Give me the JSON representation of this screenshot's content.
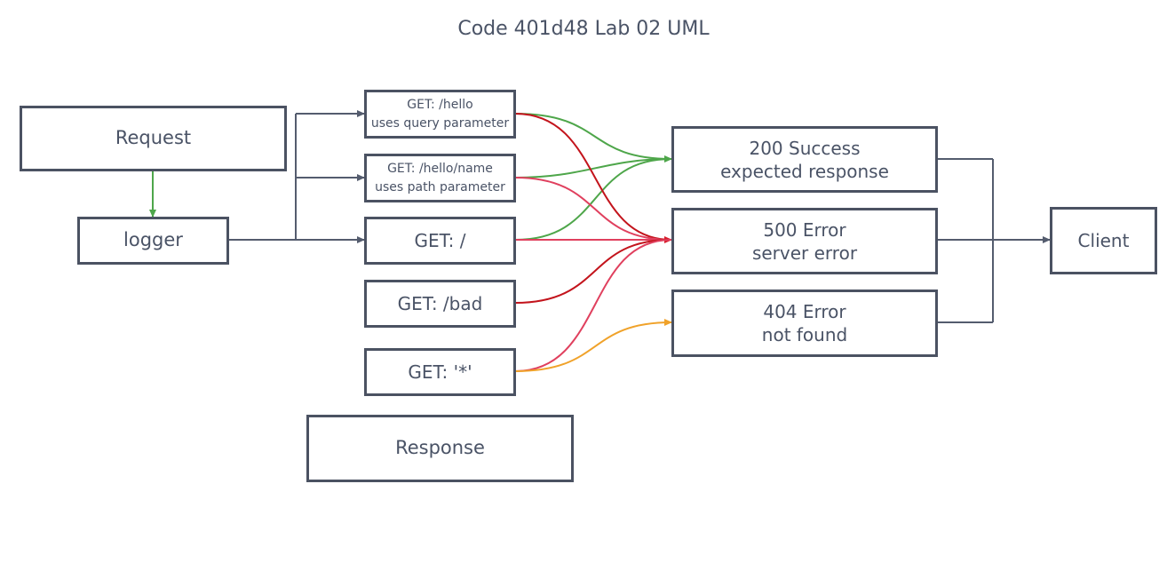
{
  "title": "Code 401d48 Lab 02 UML",
  "nodes": {
    "request": "Request",
    "logger": "logger",
    "response": "Response",
    "client": "Client",
    "route_hello": [
      "GET: /hello",
      "uses query parameter"
    ],
    "route_hello_name": [
      "GET: /hello/name",
      "uses path parameter"
    ],
    "route_root": "GET: /",
    "route_bad": "GET: /bad",
    "route_star": "GET: '*'",
    "success": [
      "200 Success",
      "expected response"
    ],
    "server_error": [
      "500 Error",
      "server error"
    ],
    "not_found": [
      "404 Error",
      "not found"
    ]
  },
  "colors": {
    "border": "#4b5262",
    "connector": "#545c6e",
    "success_line": "#4ea64a",
    "error_line_dark": "#c3141c",
    "error_line": "#e0405e",
    "notfound_line": "#f0a22a"
  }
}
